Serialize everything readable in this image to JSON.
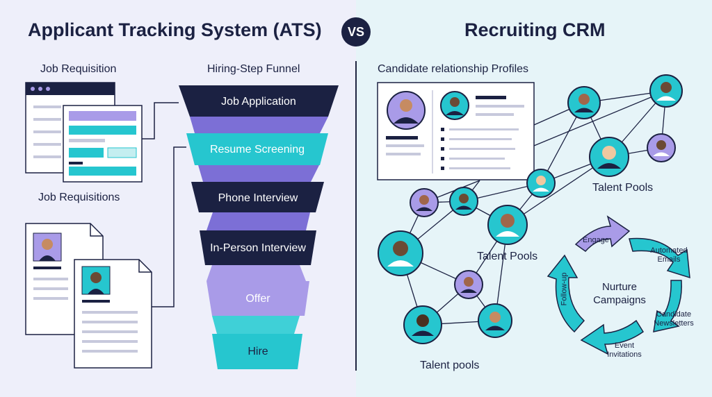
{
  "left_panel": {
    "title": "Applicant Tracking System (ATS)",
    "job_requisition_label": "Job Requisition",
    "job_requisitions_label": "Job Requisitions",
    "funnel_label": "Hiring-Step Funnel",
    "funnel_stages": [
      {
        "label": "Job Application",
        "color": "#1b2142"
      },
      {
        "label": "Resume Screening",
        "color": "#26c6cf"
      },
      {
        "label": "Phone Interview",
        "color": "#1b2142"
      },
      {
        "label": "In-Person Interview",
        "color": "#1b2142"
      },
      {
        "label": "Offer",
        "color": "#a99be8"
      },
      {
        "label": "Hire",
        "color": "#26c6cf"
      }
    ]
  },
  "vs_badge": "VS",
  "right_panel": {
    "title": "Recruiting CRM",
    "profiles_label": "Candidate relationship Profiles",
    "talent_pools_label_1": "Talent Pools",
    "talent_pools_label_2": "Talent Pools",
    "talent_pools_label_3": "Talent pools",
    "nurture_center": "Nurture Campaigns",
    "nurture_steps": [
      "Engage",
      "Automated Emails",
      "Candidate Newsletters",
      "Event Invitations",
      "Follow-up"
    ]
  },
  "colors": {
    "navy": "#1b2142",
    "teal": "#26c6cf",
    "lavender": "#a99be8",
    "left_bg": "#eeeffa",
    "right_bg": "#e6f4f8"
  }
}
